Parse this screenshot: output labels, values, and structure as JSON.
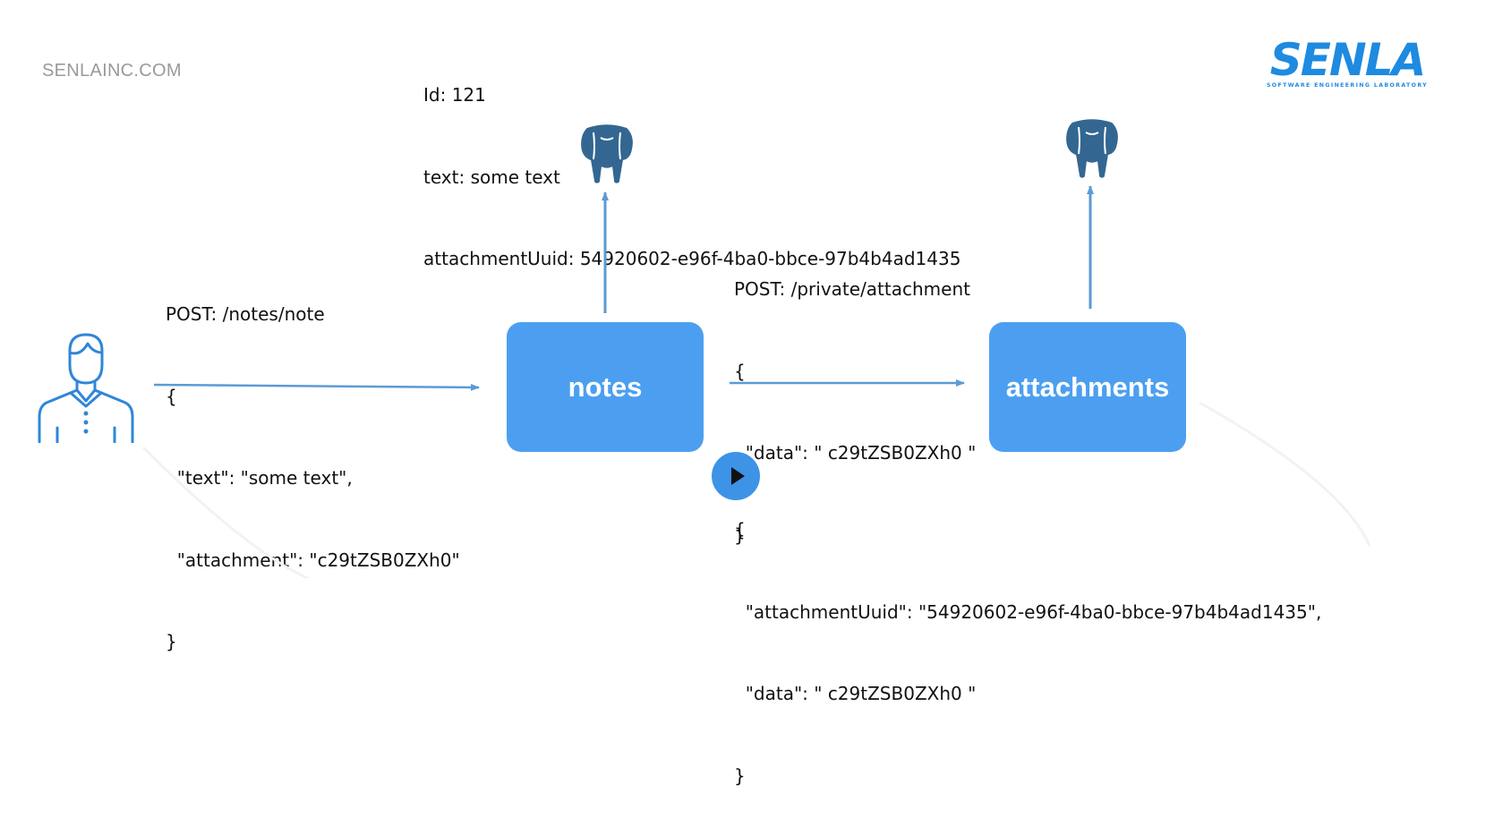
{
  "header": {
    "site": "SENLAINC.COM",
    "logo_word": "SENLA",
    "logo_tagline": "SOFTWARE ENGINEERING LABORATORY"
  },
  "db_record": [
    "Id: 121",
    "text: some text",
    "attachmentUuid: 54920602-e96f-4ba0-bbce-97b4b4ad1435"
  ],
  "request_note": [
    "POST: /notes/note",
    "{",
    "  \"text\": \"some text\",",
    "  \"attachment\": \"c29tZSB0ZXh0\"",
    "}"
  ],
  "request_attachment": [
    "POST: /private/attachment",
    "{",
    "  \"data\": \" c29tZSB0ZXh0 \"",
    "}"
  ],
  "response_attachment": [
    "{",
    "  \"attachmentUuid\": \"54920602-e96f-4ba0-bbce-97b4b4ad1435\",",
    "  \"data\": \" c29tZSB0ZXh0 \"",
    "}"
  ],
  "services": {
    "notes": "notes",
    "attachments": "attachments"
  },
  "icons": {
    "user": "user-icon",
    "database": "postgresql-elephant-icon",
    "play": "play-icon"
  },
  "colors": {
    "accent": "#4c9ff0",
    "arrow": "#5b9bd5",
    "logo": "#1e8ae0",
    "site_text": "#9a9a9a"
  }
}
